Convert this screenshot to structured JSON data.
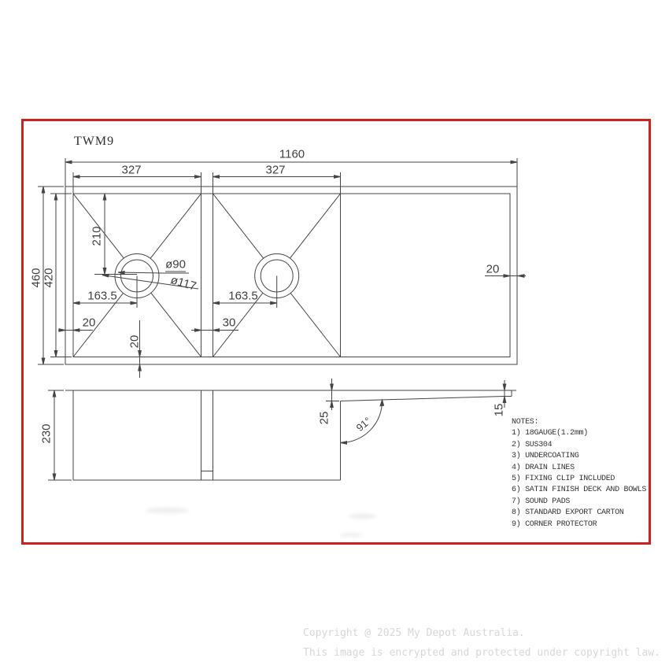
{
  "title": "TWM9",
  "drawing": {
    "plan_dims": {
      "total_width": "1160",
      "left_bowl_width": "327",
      "right_bowl_width": "327",
      "total_depth": "460",
      "inner_depth": "420",
      "drain_vertical_offset": "210",
      "left_drain_offset": "163.5",
      "right_drain_offset": "163.5",
      "left_rim": "20",
      "bowl_gap": "30",
      "bottom_rim": "20",
      "right_rim": "20",
      "drain_inner_dia": "ø90",
      "drain_outer_dia": "ø117"
    },
    "side_dims": {
      "bowl_height": "230",
      "drainer_start_drop": "25",
      "drainer_end_drop": "15",
      "drainer_angle": "91°"
    }
  },
  "notes": {
    "heading": "NOTES:",
    "items": [
      "1) 18GAUGE(1.2mm)",
      "2) SUS304",
      "3) UNDERCOATING",
      "4) DRAIN LINES",
      "5) FIXING CLIP INCLUDED",
      "6) SATIN FINISH DECK AND BOWLS",
      "7) SOUND PADS",
      "8) STANDARD EXPORT CARTON",
      "9) CORNER PROTECTOR"
    ]
  },
  "watermark": {
    "line1": "Copyright @ 2025 My Depot Australia.",
    "line2": "This image is encrypted and protected under copyright law."
  },
  "colors": {
    "border": "#cb2121",
    "line": "#454545",
    "watermark": "#d7d7d7"
  }
}
